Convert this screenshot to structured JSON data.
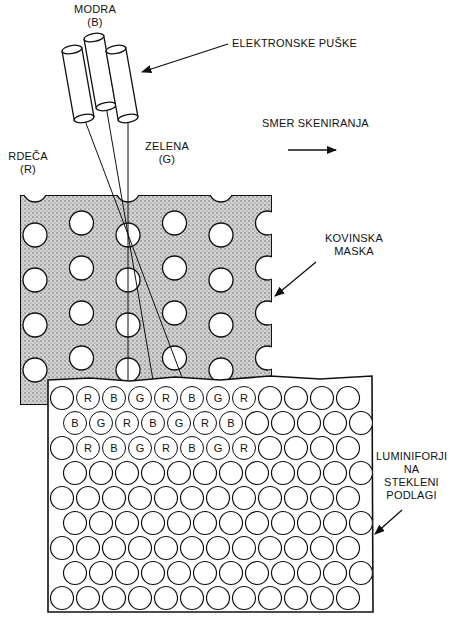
{
  "diagram": {
    "nodes": [
      {
        "text": [
          "R"
        ]
      },
      {
        "text": [
          "B"
        ]
      },
      {
        "text": [
          "G"
        ]
      },
      {
        "text": [
          "R"
        ]
      },
      {
        "text": [
          "B"
        ]
      },
      {
        "text": [
          "G"
        ]
      },
      {
        "text": [
          "R"
        ]
      },
      {
        "text": [
          "B"
        ]
      },
      {
        "text": [
          "G"
        ]
      },
      {
        "text": [
          "R"
        ]
      },
      {
        "text": [
          "B"
        ]
      },
      {
        "text": [
          "G"
        ]
      },
      {
        "text": [
          "R"
        ]
      },
      {
        "text": [
          "B"
        ]
      },
      {
        "text": [
          "R"
        ]
      },
      {
        "text": [
          "B"
        ]
      },
      {
        "text": [
          "G"
        ]
      },
      {
        "text": [
          "R"
        ]
      },
      {
        "text": [
          "B"
        ]
      },
      {
        "text": [
          "G"
        ]
      },
      {
        "text": [
          "R"
        ]
      }
    ],
    "labels": [
      "MODRA (B)",
      "ELEKTRONSKE PUŠKE",
      "RDEČA (R)",
      "ZELENA (G)",
      "SMER SKENIRANJA",
      "KOVINSKA MASKA",
      "LUMINIFORJI NA STEKLENI PODLAGI"
    ]
  }
}
